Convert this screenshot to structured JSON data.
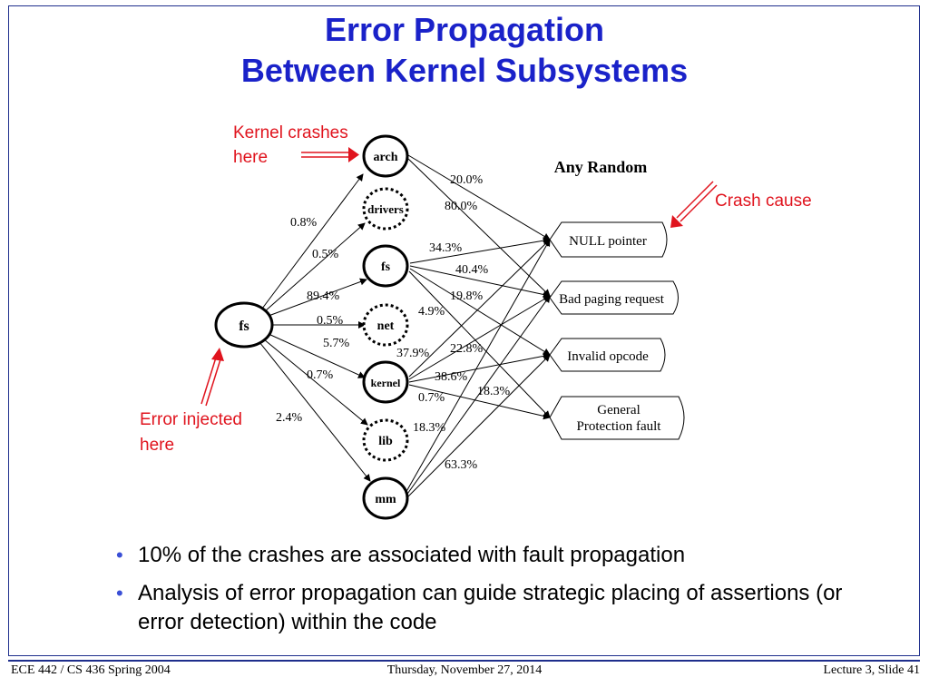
{
  "slide": {
    "title_line1": "Error Propagation",
    "title_line2": "Between Kernel Subsystems"
  },
  "diagram": {
    "source_node": "fs",
    "subsystems": [
      "arch",
      "drivers",
      "fs",
      "net",
      "kernel",
      "lib",
      "mm"
    ],
    "crash_causes": [
      "NULL pointer",
      "Bad paging request",
      "Invalid opcode",
      "General Protection fault"
    ],
    "heading": "Any Random",
    "annotations": {
      "kernel_crashes": "Kernel crashes here",
      "crash_cause": "Crash cause",
      "error_injected": "Error injected here"
    },
    "fs_propagation_labels": [
      "0.8%",
      "0.5%",
      "89.4%",
      "0.5%",
      "5.7%",
      "0.7%",
      "2.4%"
    ],
    "crash_percent_labels": [
      "20.0%",
      "80.0%",
      "34.3%",
      "40.4%",
      "19.8%",
      "4.9%",
      "22.8%",
      "37.9%",
      "38.6%",
      "18.3%",
      "0.7%",
      "18.3%",
      "63.3%"
    ]
  },
  "bullets": [
    "10% of the crashes are associated with fault propagation",
    "Analysis of error propagation can guide strategic placing of assertions (or error detection) within the code"
  ],
  "footer": {
    "left": "ECE 442 / CS 436 Spring 2004",
    "center": "Thursday, November 27, 2014",
    "right": "Lecture 3, Slide 41"
  },
  "colors": {
    "title": "#1a22c9",
    "annotation": "#e0141e",
    "frame": "#1e2e8c",
    "bullet_dot": "#3a4fd6"
  }
}
